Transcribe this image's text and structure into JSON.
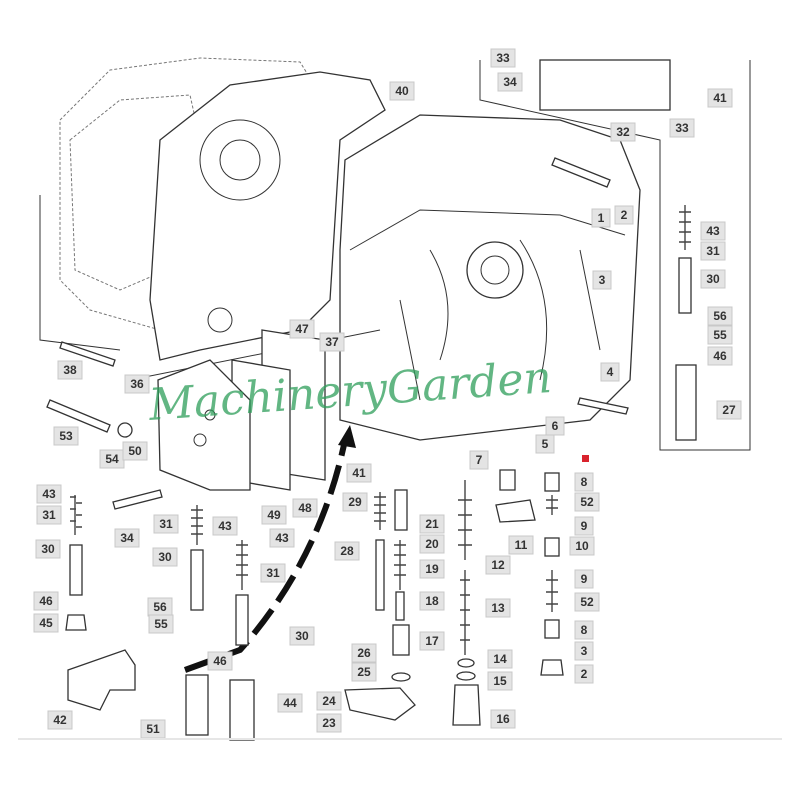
{
  "diagram": {
    "title": "Transmission control valve housing exploded parts diagram",
    "watermark": "MachineryGarden",
    "marker_color": "#d9232d",
    "callouts": [
      "33",
      "34",
      "41",
      "32",
      "33",
      "40",
      "1",
      "2",
      "3",
      "43",
      "31",
      "30",
      "56",
      "55",
      "46",
      "27",
      "37",
      "47",
      "36",
      "38",
      "53",
      "54",
      "50",
      "4",
      "6",
      "5",
      "41",
      "7",
      "8",
      "52",
      "9",
      "10",
      "11",
      "43",
      "31",
      "30",
      "46",
      "45",
      "34",
      "31",
      "43",
      "43",
      "31",
      "30",
      "56",
      "55",
      "46",
      "30",
      "44",
      "42",
      "51",
      "49",
      "48",
      "29",
      "28",
      "21",
      "20",
      "19",
      "18",
      "17",
      "26",
      "25",
      "24",
      "23",
      "12",
      "13",
      "14",
      "15",
      "16",
      "9",
      "52",
      "8",
      "3",
      "2"
    ]
  }
}
